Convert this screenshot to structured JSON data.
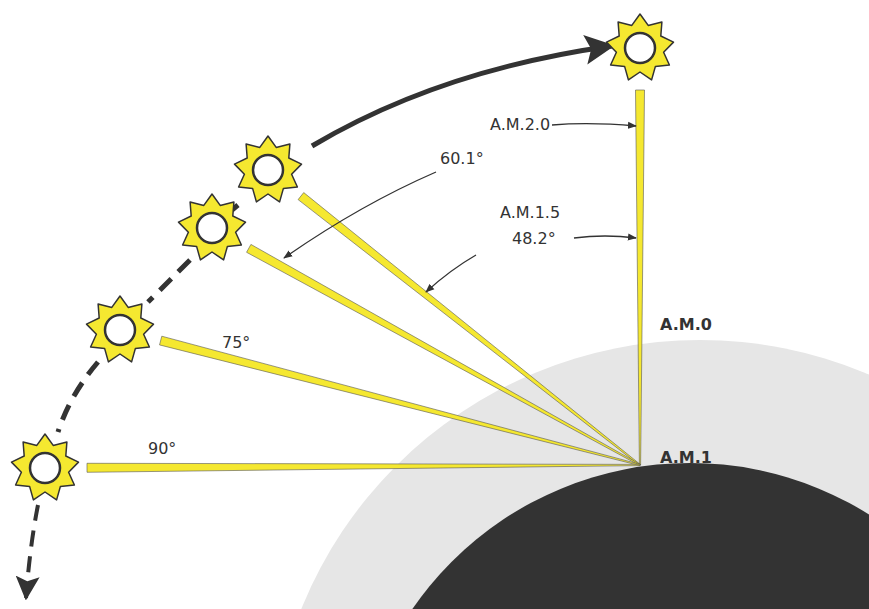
{
  "diagram": {
    "labels": [
      "A.M.2.0",
      "60.1°",
      "A.M.1.5",
      "48.2°",
      "75°",
      "90°",
      "A.M.0",
      "A.M.1"
    ]
  }
}
